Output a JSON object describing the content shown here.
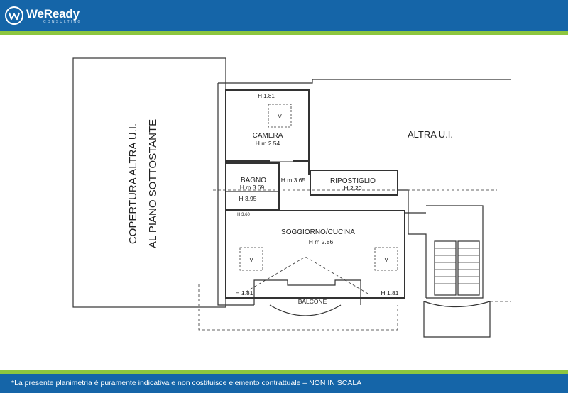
{
  "header": {
    "brand_name": "WeReady",
    "brand_sub": "CONSULTING",
    "logo_icon": "building-w-icon",
    "colors": {
      "bar": "#1565a8",
      "accent": "#8dc63f"
    }
  },
  "plan": {
    "left_block_line1": "COPERTURA ALTRA U.I.",
    "left_block_line2": "AL PIANO SOTTOSTANTE",
    "right_block": "ALTRA U.I.",
    "camera": {
      "label": "CAMERA",
      "height": "H m 2.54",
      "top_height": "H 1.81",
      "vent": "V"
    },
    "bagno": {
      "label": "BAGNO",
      "height": "H m 3.69",
      "low": "H 3.95",
      "corner": "H 3.60"
    },
    "corridor_height": "H m 3.65",
    "ripostiglio": {
      "label": "RIPOSTIGLIO",
      "height": "H 2.20"
    },
    "soggiorno": {
      "label": "SOGGIORNO/CUCINA",
      "height": "H m 2.86",
      "vent_left": "V",
      "vent_right": "V",
      "h_left": "H 1.81",
      "h_right": "H 1.81"
    },
    "balcone": "BALCONE"
  },
  "footer": {
    "note": "*La presente planimetria è puramente indicativa e non costituisce elemento contrattuale – NON IN SCALA"
  }
}
